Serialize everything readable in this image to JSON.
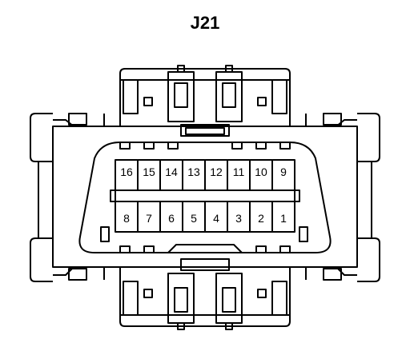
{
  "diagram": {
    "title": "J21",
    "top_row_pins": [
      "16",
      "15",
      "14",
      "13",
      "12",
      "11",
      "10",
      "9"
    ],
    "bottom_row_pins": [
      "8",
      "7",
      "6",
      "5",
      "4",
      "3",
      "2",
      "1"
    ]
  }
}
